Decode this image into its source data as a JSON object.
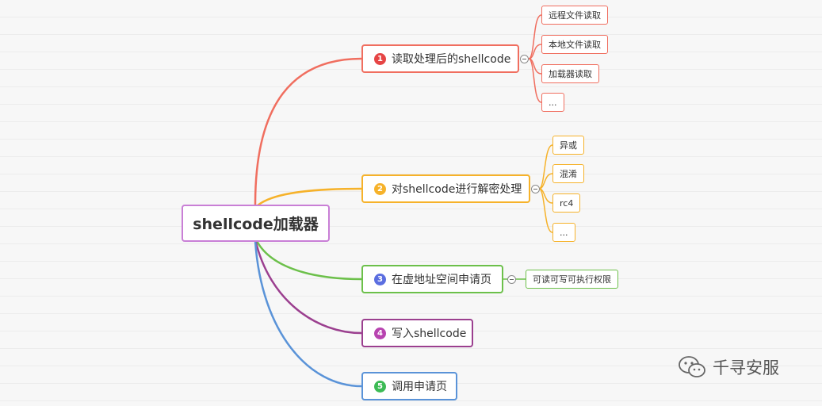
{
  "root": {
    "label": "shellcode加载器"
  },
  "branches": [
    {
      "num": "1",
      "label": "读取处理后的shellcode",
      "color": "#f06e5f",
      "children": [
        "远程文件读取",
        "本地文件读取",
        "加载器读取",
        "..."
      ]
    },
    {
      "num": "2",
      "label": "对shellcode进行解密处理",
      "color": "#f6b22a",
      "children": [
        "异或",
        "混淆",
        "rc4",
        "..."
      ]
    },
    {
      "num": "3",
      "label": "在虚地址空间申请页",
      "color": "#6cc04a",
      "badge_color": "#5b6ee0",
      "children": [
        "可读可写可执行权限"
      ]
    },
    {
      "num": "4",
      "label": "写入shellcode",
      "color": "#9b3f8f",
      "badge_color": "#b844b0",
      "children": []
    },
    {
      "num": "5",
      "label": "调用申请页",
      "color": "#5a93d8",
      "badge_color": "#3dbb55",
      "children": []
    }
  ],
  "watermark": {
    "text": "千寻安服",
    "icon": "wechat-icon"
  }
}
